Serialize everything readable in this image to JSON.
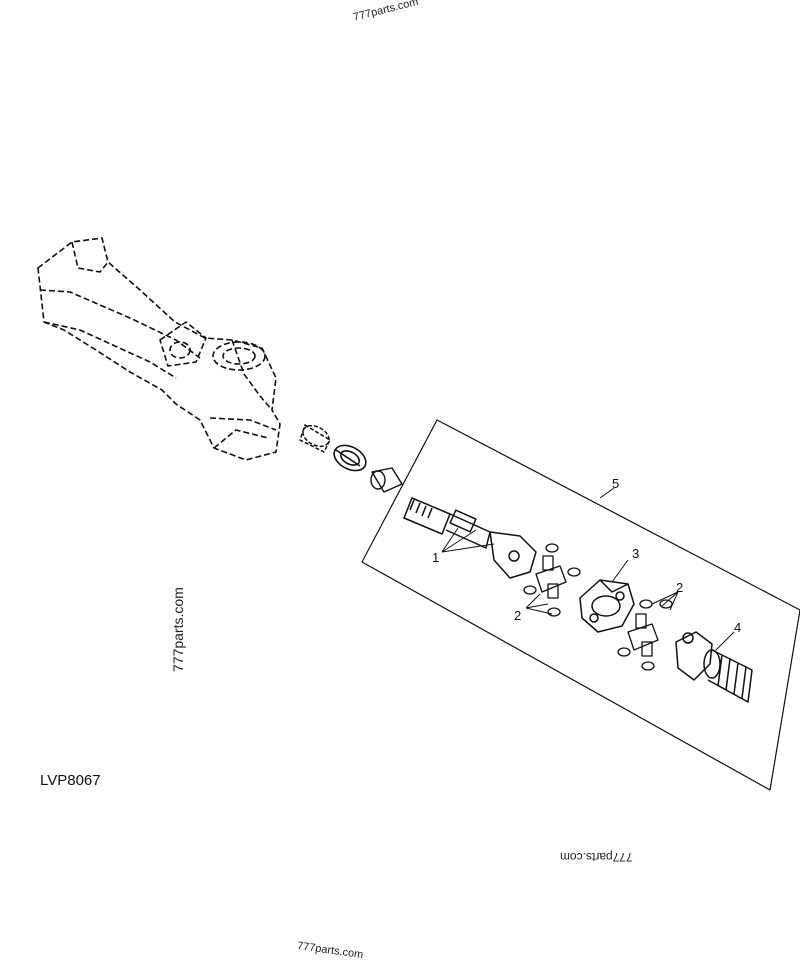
{
  "watermarks": {
    "top": "777parts.com",
    "side": "777parts.com",
    "mirrored": "777parts.com",
    "bottom": "777parts.com"
  },
  "figure_code": "LVP8067",
  "callouts": {
    "c1": "1",
    "c2a": "2",
    "c2b": "2",
    "c3": "3",
    "c4": "4",
    "c5": "5"
  }
}
